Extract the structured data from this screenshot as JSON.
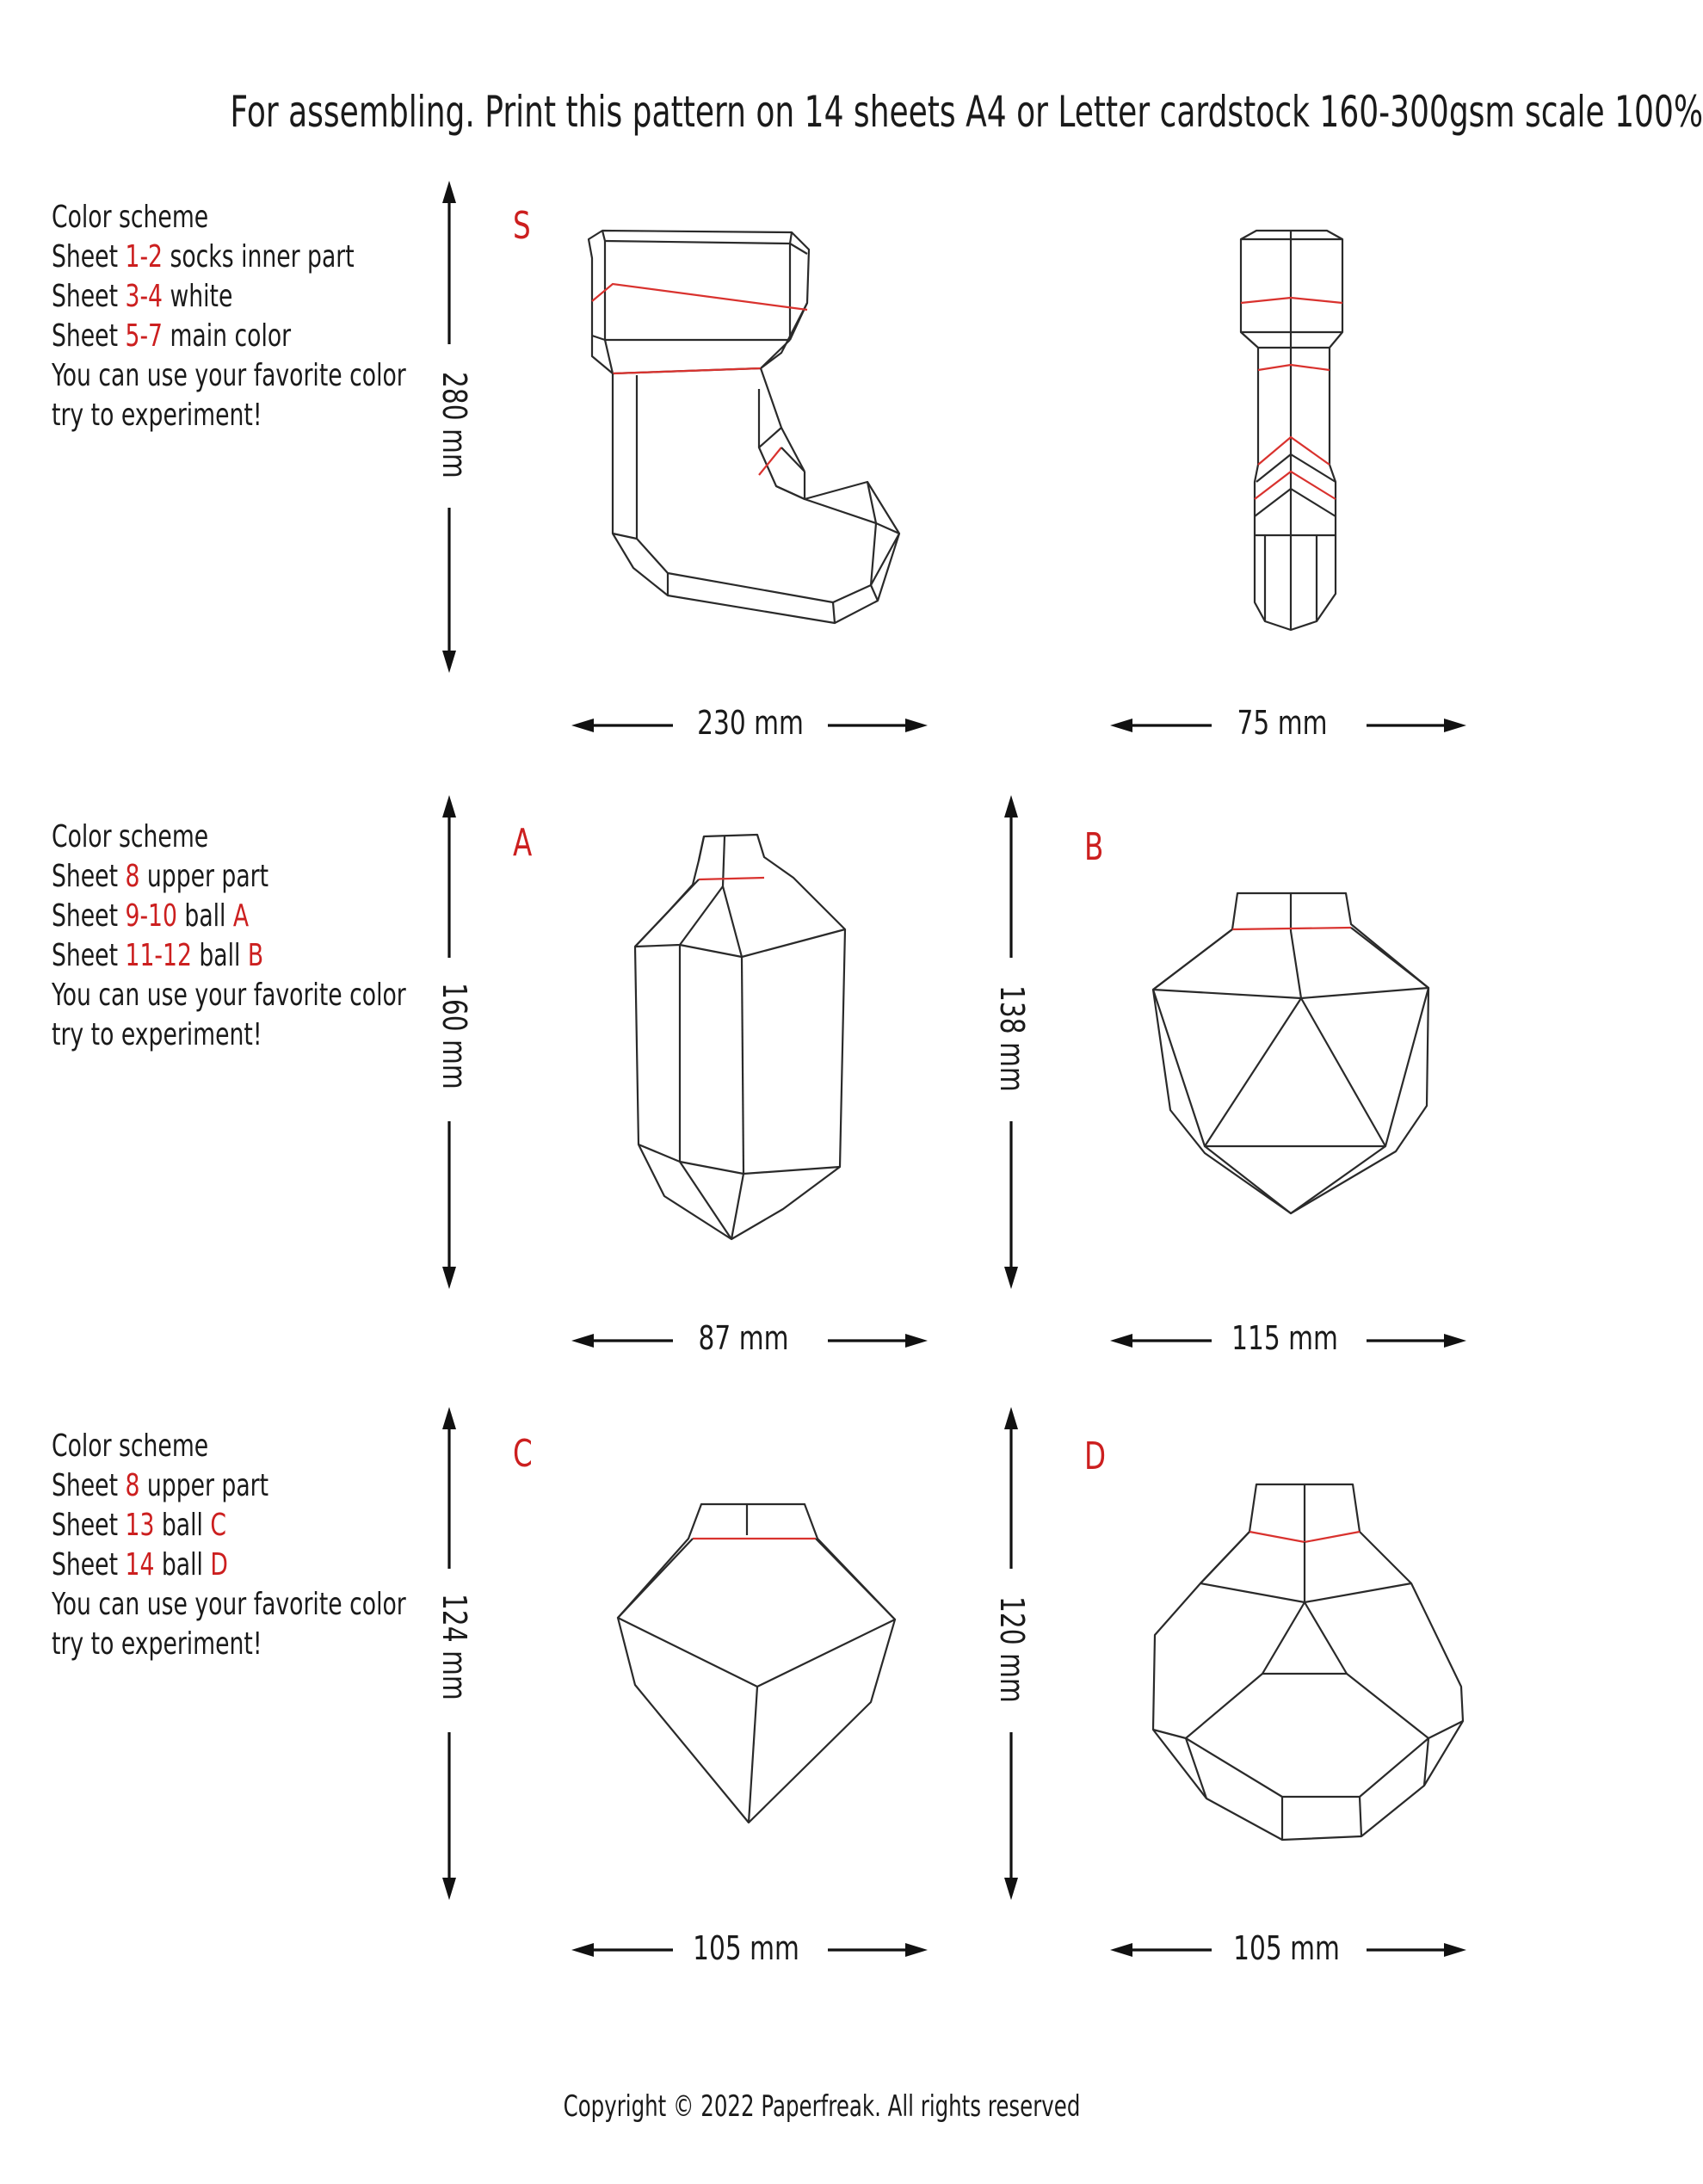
{
  "title": "For assembling. Print this pattern on 14 sheets A4 or Letter cardstock 160-300gsm scale 100%",
  "colors": {
    "accent": "#cc1f1f",
    "outline": "#2a2a2a",
    "text": "#1a1a1a"
  },
  "schemes": [
    {
      "heading": "Color  scheme",
      "lines": [
        {
          "prefix": "Sheet  ",
          "sheets": "1-2",
          "text": " socks inner part"
        },
        {
          "prefix": "Sheet  ",
          "sheets": "3-4",
          "text": " white"
        },
        {
          "prefix": "Sheet  ",
          "sheets": "5-7",
          "text": " main color"
        }
      ],
      "note1": "You can use your favorite color",
      "note2": "try to experiment!"
    },
    {
      "heading": "Color  scheme",
      "lines": [
        {
          "prefix": "Sheet  ",
          "sheets": "8",
          "text": "  upper part"
        },
        {
          "prefix": "Sheet  ",
          "sheets": "9-10",
          "text": " ball ",
          "suffix": "A"
        },
        {
          "prefix": "Sheet  ",
          "sheets": "11-12",
          "text": " ball ",
          "suffix": "B"
        }
      ],
      "note1": "You can use your favorite color",
      "note2": "try to experiment!"
    },
    {
      "heading": "Color  scheme",
      "lines": [
        {
          "prefix": "Sheet  ",
          "sheets": "8",
          "text": "  upper part"
        },
        {
          "prefix": "Sheet  ",
          "sheets": "13",
          "text": " ball ",
          "suffix": "C"
        },
        {
          "prefix": "Sheet  ",
          "sheets": "14",
          "text": " ball ",
          "suffix": "D"
        }
      ],
      "note1": "You can use your favorite color",
      "note2": "try to experiment!"
    }
  ],
  "models": {
    "S": {
      "label": "S",
      "height": "280 mm",
      "width_front": "230 mm",
      "width_side": "75 mm"
    },
    "A": {
      "label": "A",
      "height": "160 mm",
      "width": "87 mm"
    },
    "B": {
      "label": "B",
      "height": "138 mm",
      "width": "115 mm"
    },
    "C": {
      "label": "C",
      "height": "124 mm",
      "width": "105 mm"
    },
    "D": {
      "label": "D",
      "height": "120 mm",
      "width": "105 mm"
    }
  },
  "copyright": "Copyright © 2022 Paperfreak. All rights reserved"
}
